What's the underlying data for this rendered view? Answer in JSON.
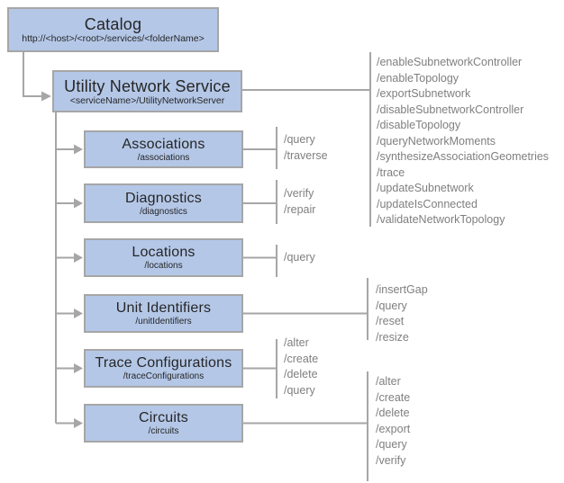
{
  "catalog": {
    "title": "Catalog",
    "subtitle": "http://<host>/<root>/services/<folderName>"
  },
  "service": {
    "title": "Utility Network Service",
    "subtitle": "<serviceName>/UtilityNetworkServer",
    "operations": [
      "/enableSubnetworkController",
      "/enableTopology",
      "/exportSubnetwork",
      "/disableSubnetworkController",
      "/disableTopology",
      "/queryNetworkMoments",
      "/synthesizeAssociationGeometries",
      "/trace",
      "/updateSubnetwork",
      "/updateIsConnected",
      "/validateNetworkTopology"
    ]
  },
  "resources": [
    {
      "title": "Associations",
      "subtitle": "/associations",
      "operations": [
        "/query",
        "/traverse"
      ]
    },
    {
      "title": "Diagnostics",
      "subtitle": "/diagnostics",
      "operations": [
        "/verify",
        "/repair"
      ]
    },
    {
      "title": "Locations",
      "subtitle": "/locations",
      "operations": [
        "/query"
      ]
    },
    {
      "title": "Unit Identifiers",
      "subtitle": "/unitIdentifiers",
      "operations": [
        "/insertGap",
        "/query",
        "/reset",
        "/resize"
      ]
    },
    {
      "title": "Trace Configurations",
      "subtitle": "/traceConfigurations",
      "operations": [
        "/alter",
        "/create",
        "/delete",
        "/query"
      ]
    },
    {
      "title": "Circuits",
      "subtitle": "/circuits",
      "operations": [
        "/alter",
        "/create",
        "/delete",
        "/export",
        "/query",
        "/verify"
      ]
    }
  ],
  "colors": {
    "box_fill": "#b4c7e7",
    "box_border": "#a6a6a6",
    "connector": "#a6a6a6",
    "operation_text": "#7f7f7f",
    "box_text": "#262626",
    "background": "#ffffff"
  }
}
